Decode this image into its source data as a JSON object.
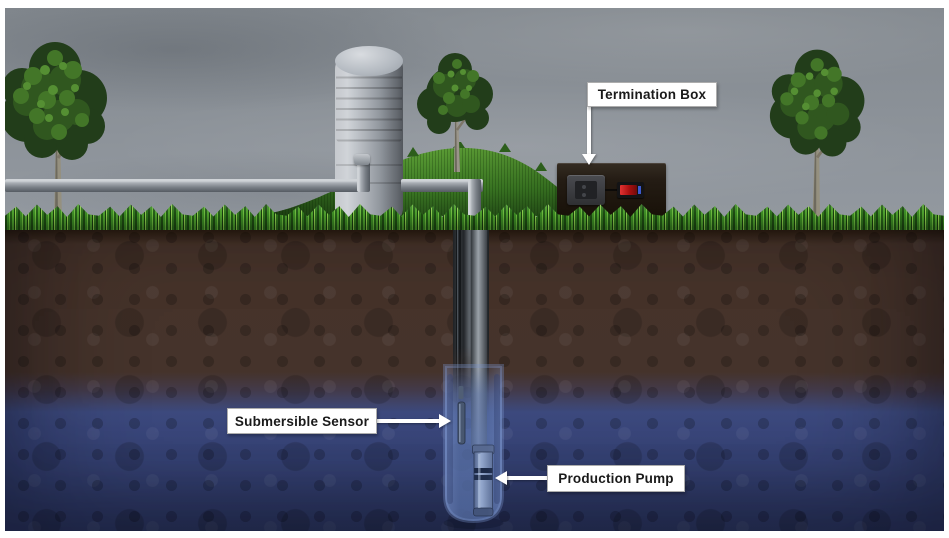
{
  "illustration": {
    "subject": "water-well-system-cutaway",
    "annotations": {
      "termination_box": "Termination Box",
      "submersible_sensor": "Submersible Sensor",
      "production_pump": "Production Pump"
    }
  },
  "palette": {
    "sky": "#8f959c",
    "grass_bright": "#4d9e2c",
    "grass_dark": "#1d4a12",
    "soil": "#46332a",
    "groundwater": "#3a477c",
    "tank_body": "#b6bac0",
    "pipe": "#a9aeb4",
    "termination_box": "#241c14",
    "led_display_red": "#c01212",
    "pump_body": "#94a8cd",
    "well_casing_blue": "#5874a8",
    "label_background": "#ffffff",
    "label_text": "#1a1a1a",
    "arrow": "#ffffff"
  }
}
